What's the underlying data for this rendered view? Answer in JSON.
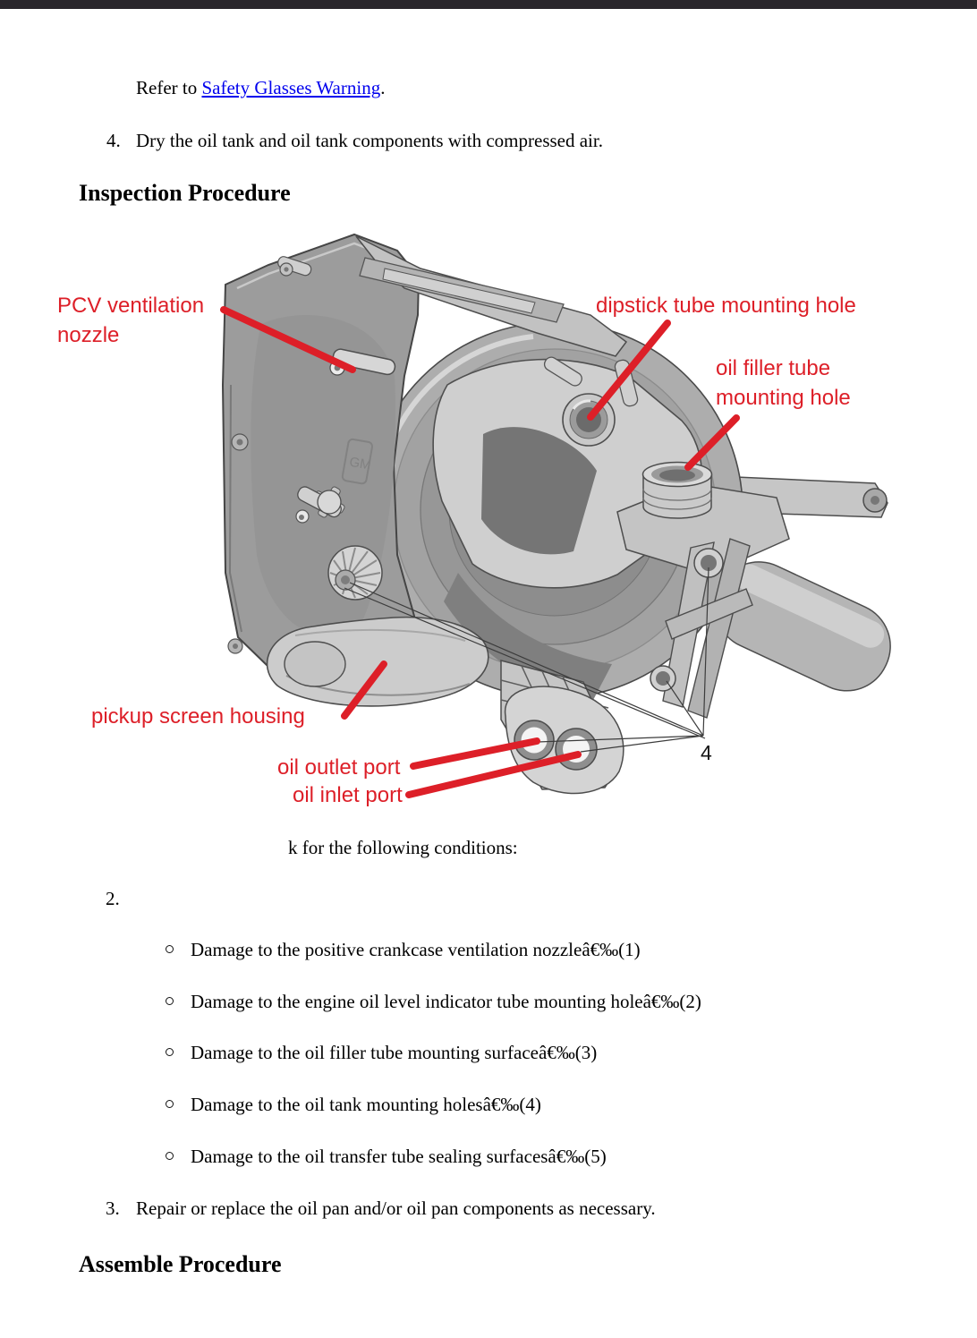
{
  "page": {
    "top_bar_color": "#2a272c",
    "link_line": {
      "prefix": "Refer to ",
      "link": "Safety Glasses Warning",
      "suffix": "."
    },
    "step_4": {
      "marker": "4.",
      "text": "Dry the oil tank and oil tank components with compressed air."
    },
    "inspection_heading": "Inspection Procedure",
    "fragment_line": "k for the following conditions:",
    "step_2_marker": "2.",
    "conditions": [
      "Damage to the positive crankcase ventilation nozzleâ€‰(1)",
      "Damage to the engine oil level indicator tube mounting holeâ€‰(2)",
      "Damage to the oil filler tube mounting surfaceâ€‰(3)",
      "Damage to the oil tank mounting holesâ€‰(4)",
      "Damage to the oil transfer tube sealing surfacesâ€‰(5)"
    ],
    "step_3": {
      "marker": "3.",
      "text": "Repair or replace the oil pan and/or oil pan components as necessary."
    },
    "assemble_heading": "Assemble Procedure"
  },
  "diagram": {
    "label_color": "#dd1f28",
    "leader_line_color": "#3c3c3c",
    "emblem_text": "GM",
    "labels": {
      "pcv_line1": "PCV ventilation",
      "pcv_line2": "nozzle",
      "dipstick": "dipstick tube mounting hole",
      "filler_line1": "oil filler tube",
      "filler_line2": "mounting hole",
      "pickup": "pickup screen housing",
      "oil_outlet": "oil outlet port",
      "oil_inlet": "oil inlet port",
      "callout_number": "4"
    }
  }
}
